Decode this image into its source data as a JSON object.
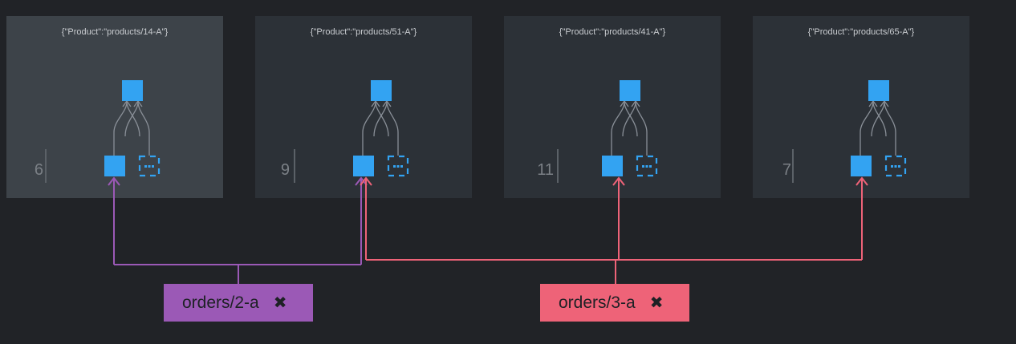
{
  "cards": [
    {
      "title": "{\"Product\":\"products/14-A\"}",
      "count": "6",
      "selected": true
    },
    {
      "title": "{\"Product\":\"products/51-A\"}",
      "count": "9",
      "selected": false
    },
    {
      "title": "{\"Product\":\"products/41-A\"}",
      "count": "11",
      "selected": false
    },
    {
      "title": "{\"Product\":\"products/65-A\"}",
      "count": "7",
      "selected": false
    }
  ],
  "documents": [
    {
      "label": "orders/2-a",
      "color": "#9b59b6",
      "close_icon": "close-icon",
      "targets": [
        0,
        1
      ]
    },
    {
      "label": "orders/3-a",
      "color": "#ee6378",
      "close_icon": "close-icon",
      "targets": [
        1,
        2,
        3
      ]
    }
  ],
  "colors": {
    "background": "#212327",
    "card": "#2c3137",
    "card_selected": "#3d4349",
    "node": "#33a3f2",
    "node_stroke": "#8a9098"
  }
}
